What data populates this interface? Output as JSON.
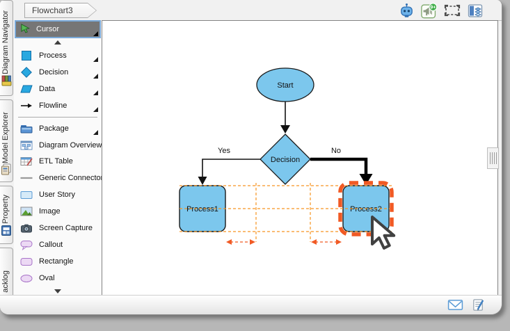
{
  "window": {
    "tab": "Flowchart3"
  },
  "toolbar": {
    "icons": [
      {
        "name": "bot-icon"
      },
      {
        "name": "announcement-icon",
        "badge": "9+"
      },
      {
        "name": "selection-marquee-icon"
      },
      {
        "name": "panel-layout-icon"
      }
    ]
  },
  "sidebar": {
    "tabs": [
      {
        "label": "Diagram Navigator",
        "icon": "books-icon"
      },
      {
        "label": "Model Explorer",
        "icon": "explorer-icon"
      },
      {
        "label": "Property",
        "icon": "property-grid-icon"
      },
      {
        "label": "acklog",
        "icon": ""
      }
    ]
  },
  "palette": {
    "cursor": {
      "label": "Cursor"
    },
    "items": [
      {
        "label": "Process",
        "icon": "process-icon",
        "flyout": true
      },
      {
        "label": "Decision",
        "icon": "decision-icon",
        "flyout": true
      },
      {
        "label": "Data",
        "icon": "data-icon",
        "flyout": true
      },
      {
        "label": "Flowline",
        "icon": "flowline-icon",
        "flyout": true
      },
      {
        "label": "Package",
        "icon": "package-icon",
        "flyout": true
      },
      {
        "label": "Diagram Overview",
        "icon": "diagram-overview-icon",
        "flyout": false
      },
      {
        "label": "ETL Table",
        "icon": "etl-table-icon",
        "flyout": false
      },
      {
        "label": "Generic Connector",
        "icon": "generic-connector-icon",
        "flyout": false
      },
      {
        "label": "User Story",
        "icon": "user-story-icon",
        "flyout": false
      },
      {
        "label": "Image",
        "icon": "image-icon",
        "flyout": false
      },
      {
        "label": "Screen Capture",
        "icon": "screen-capture-icon",
        "flyout": false
      },
      {
        "label": "Callout",
        "icon": "callout-icon",
        "flyout": false
      },
      {
        "label": "Rectangle",
        "icon": "rectangle-icon",
        "flyout": false
      },
      {
        "label": "Oval",
        "icon": "oval-icon",
        "flyout": false
      }
    ]
  },
  "canvas": {
    "nodes": [
      {
        "id": "start",
        "type": "oval",
        "label": "Start"
      },
      {
        "id": "decision",
        "type": "diamond",
        "label": "Decision"
      },
      {
        "id": "process1",
        "type": "rounded-rect",
        "label": "Process1"
      },
      {
        "id": "process2",
        "type": "rounded-rect",
        "label": "Process2",
        "selected": true
      }
    ],
    "edges": [
      {
        "from": "start",
        "to": "decision",
        "label": ""
      },
      {
        "from": "decision",
        "to": "process1",
        "label": "Yes"
      },
      {
        "from": "decision",
        "to": "process2",
        "label": "No",
        "emphasized": true
      }
    ],
    "colors": {
      "node_fill": "#7cc7ed",
      "node_border": "#1a1a1a",
      "guide_orange": "#f79420",
      "selection_orange": "#f15a24"
    }
  },
  "statusbar": {
    "icons": [
      "envelope-icon",
      "note-edit-icon"
    ]
  }
}
